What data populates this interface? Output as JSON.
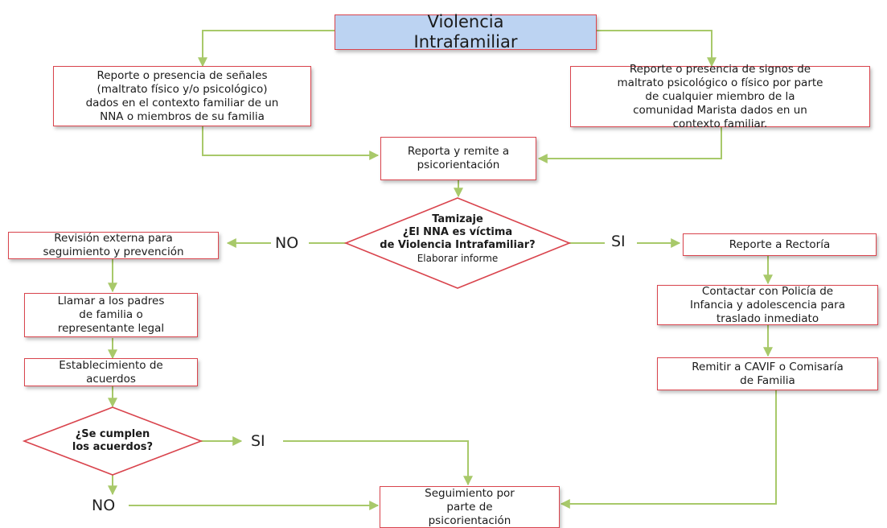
{
  "title": "Violencia\nIntrafamiliar",
  "boxes": {
    "report_left": "Reporte o presencia de señales\n(maltrato físico y/o psicológico)\ndados en el contexto familiar de un\nNNA o miembros de su familia",
    "report_right": "Reporte o presencia de signos de\nmaltrato psicológico o físico por parte\nde cualquier miembro de la\ncomunidad Marista dados en un\ncontexto familiar.",
    "remit_psico": "Reporta y remite a\npsicorientación",
    "revision_externa": "Revisión externa para\nseguimiento y prevención",
    "llamar_padres": "Llamar a los padres\nde familia o\nrepresentante legal",
    "acuerdos": "Establecimiento de\nacuerdos",
    "reporte_rectoria": "Reporte a Rectoría",
    "contactar_policia": "Contactar con Policía de\nInfancia y adolescencia para\ntraslado inmediato",
    "remitir_cavif": "Remitir a CAVIF o Comisaría\nde Familia",
    "seguimiento": "Seguimiento por\nparte de\npsicorientación"
  },
  "decisions": {
    "tamizaje_title": "Tamizaje\n¿El NNA es víctima\nde Violencia Intrafamiliar?",
    "tamizaje_sub": "Elaborar informe",
    "acuerdos_q": "¿Se cumplen\nlos acuerdos?"
  },
  "edge_labels": {
    "tamizaje_no": "NO",
    "tamizaje_si": "SI",
    "acuerdos_si": "SI",
    "acuerdos_no": "NO"
  },
  "colors": {
    "box_border": "#d9444d",
    "title_fill": "#bcd3f2",
    "connector": "#a8c96a",
    "background": "#ffffff"
  }
}
